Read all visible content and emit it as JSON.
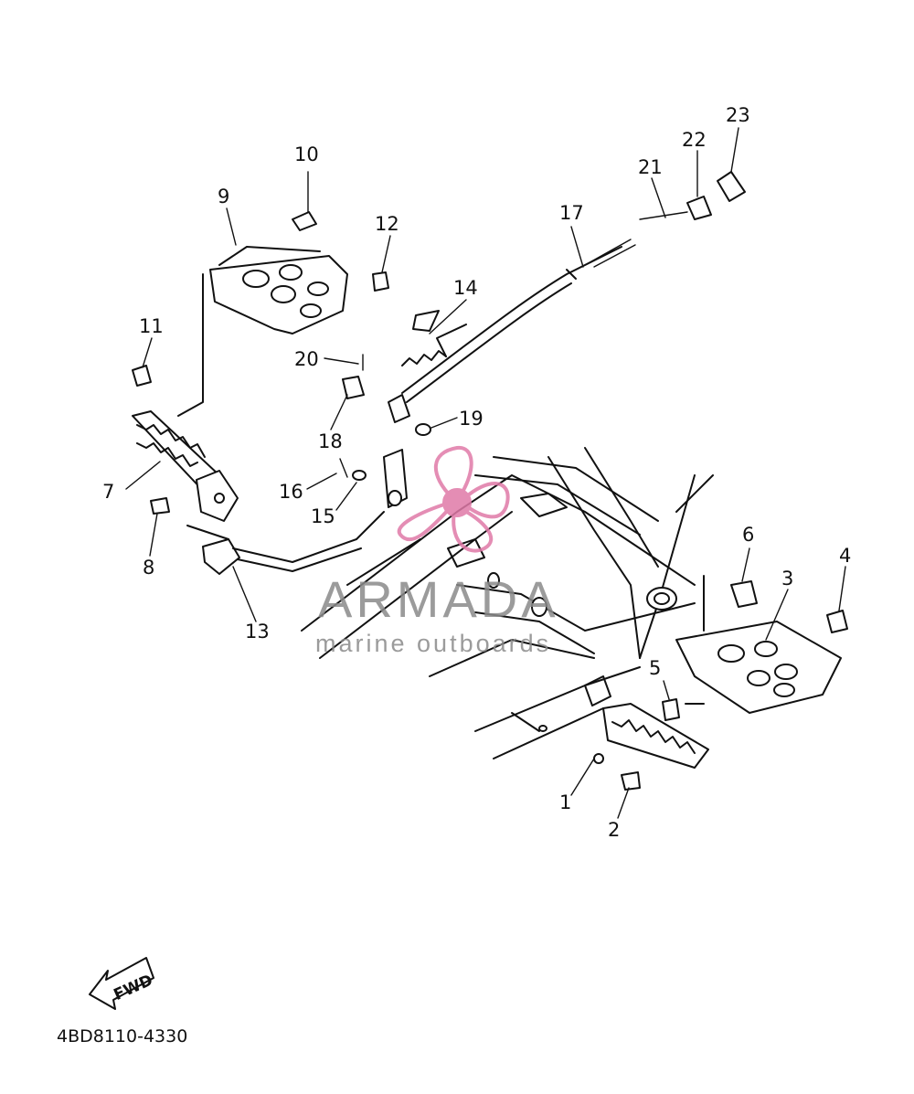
{
  "diagram": {
    "part_number_code": "4BD8110-4330",
    "direction_label": "FWD",
    "watermark": {
      "title": "ARMADA",
      "subtitle": "marine outboards",
      "title_color": "#8a8a8a",
      "subtitle_color": "#8a8a8a",
      "logo_color": "#e07aa8"
    },
    "callouts": [
      "1",
      "2",
      "3",
      "4",
      "5",
      "6",
      "7",
      "8",
      "9",
      "10",
      "11",
      "12",
      "13",
      "14",
      "15",
      "16",
      "17",
      "18",
      "19",
      "20",
      "21",
      "22",
      "23"
    ]
  }
}
